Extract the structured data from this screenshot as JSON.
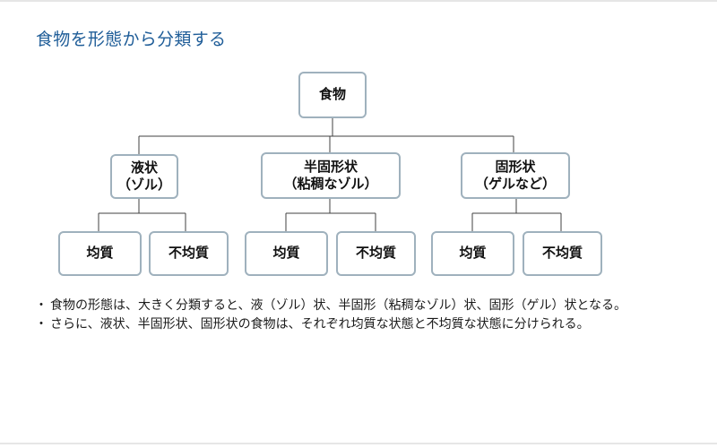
{
  "title": "食物を形態から分類する",
  "tree": {
    "root": "食物",
    "branches": [
      {
        "line1": "液状",
        "line2": "（ゾル）",
        "children": [
          "均質",
          "不均質"
        ]
      },
      {
        "line1": "半固形状",
        "line2": "（粘稠なゾル）",
        "children": [
          "均質",
          "不均質"
        ]
      },
      {
        "line1": "固形状",
        "line2": "（ゲルなど）",
        "children": [
          "均質",
          "不均質"
        ]
      }
    ]
  },
  "notes": [
    "食物の形態は、大きく分類すると、液（ゾル）状、半固形（粘稠なゾル）状、固形（ゲル）状となる。",
    "さらに、液状、半固形状、固形状の食物は、それぞれ均質な状態と不均質な状態に分けられる。"
  ],
  "colors": {
    "title": "#1f5d98",
    "box_border": "#9fb1bd",
    "connector": "#404040"
  }
}
